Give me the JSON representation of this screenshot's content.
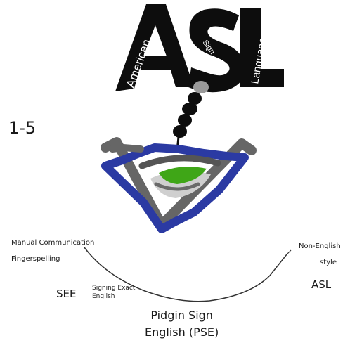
{
  "logo": {
    "wordmark": "ASL",
    "left_word": "American",
    "middle_word": "Sign",
    "right_word": "Language"
  },
  "range_label": "1-5",
  "labels": {
    "manual_communication": "Manual Communication",
    "fingerspelling": "Fingerspelling",
    "see": "SEE",
    "signing_exact_line1": "Signing Exact",
    "signing_exact_line2": "English",
    "pse_line1": "Pidgin Sign",
    "pse_line2": "English (PSE)",
    "non_english_line1": "Non-English",
    "non_english_line2": "style",
    "asl": "ASL"
  },
  "colors": {
    "logo_black": "#0d0d0d",
    "cup_blue": "#2b3aa3",
    "cup_gray": "#666666",
    "eye_green": "#3fa617",
    "eye_light_gray": "#cfcfcf",
    "arc_line": "#333333"
  }
}
